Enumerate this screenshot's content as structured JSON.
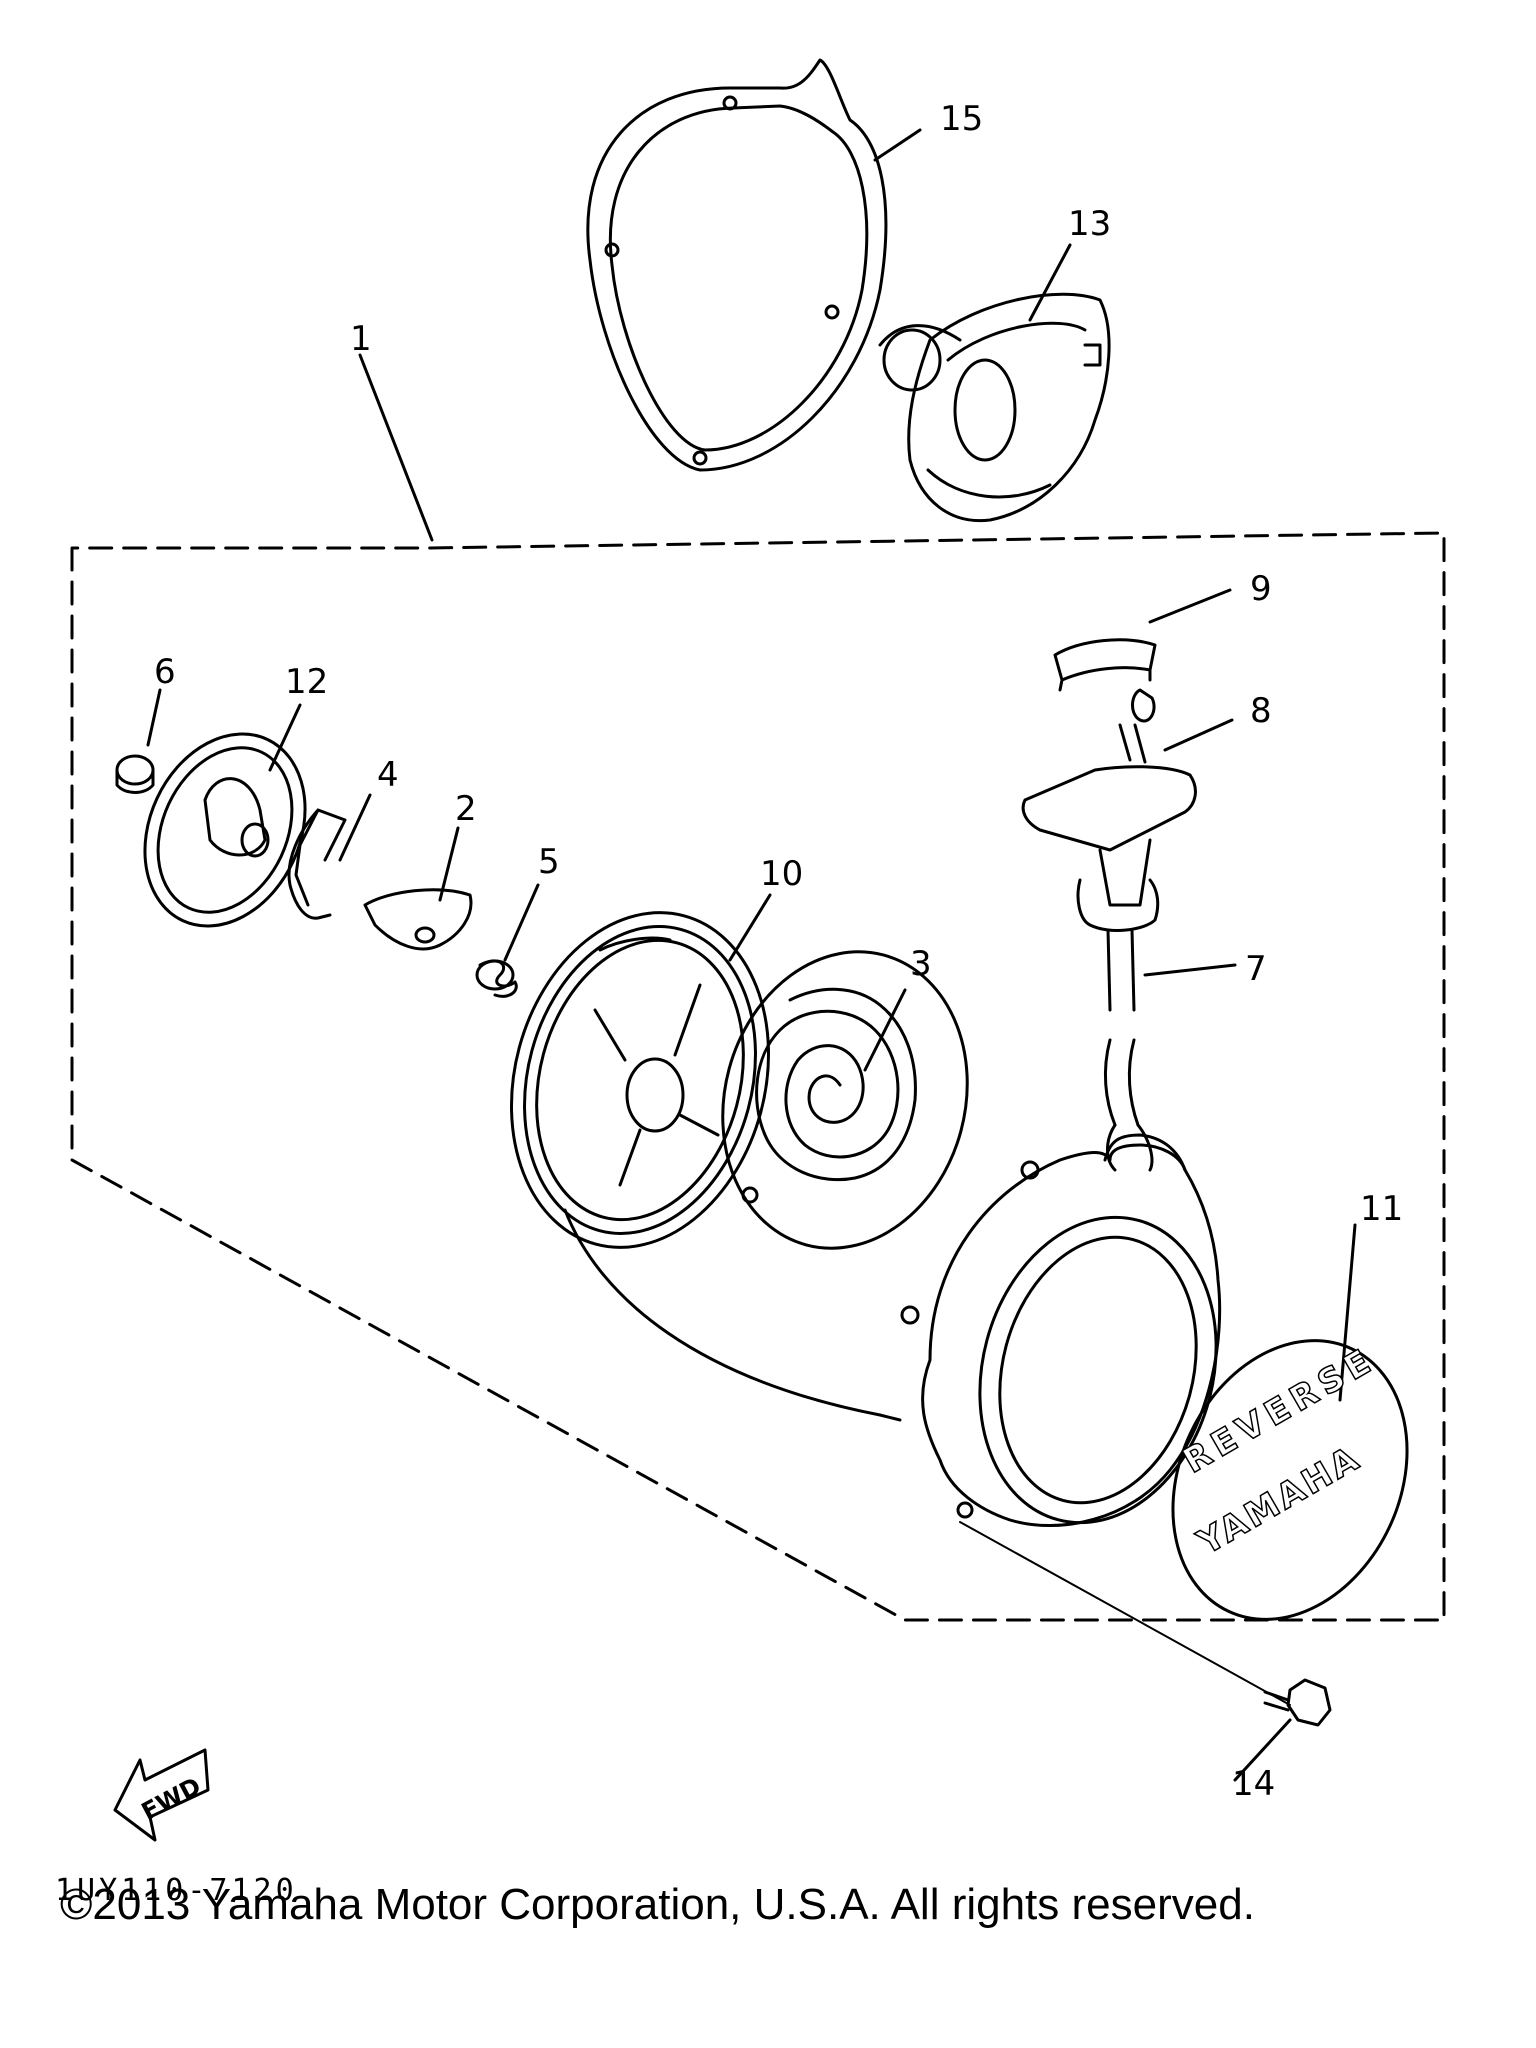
{
  "callouts": {
    "p1": "1",
    "p2": "2",
    "p3": "3",
    "p4": "4",
    "p5": "5",
    "p6": "6",
    "p7": "7",
    "p8": "8",
    "p9": "9",
    "p10": "10",
    "p11": "11",
    "p12": "12",
    "p13": "13",
    "p14": "14",
    "p15": "15"
  },
  "emblem": {
    "line1": "REVERSE",
    "line2": "YAMAHA"
  },
  "fwd_label": "FWD",
  "drawing_code": "1UY110-7120",
  "copyright": "©2013 Yamaha Motor Corporation, U.S.A. All rights reserved."
}
